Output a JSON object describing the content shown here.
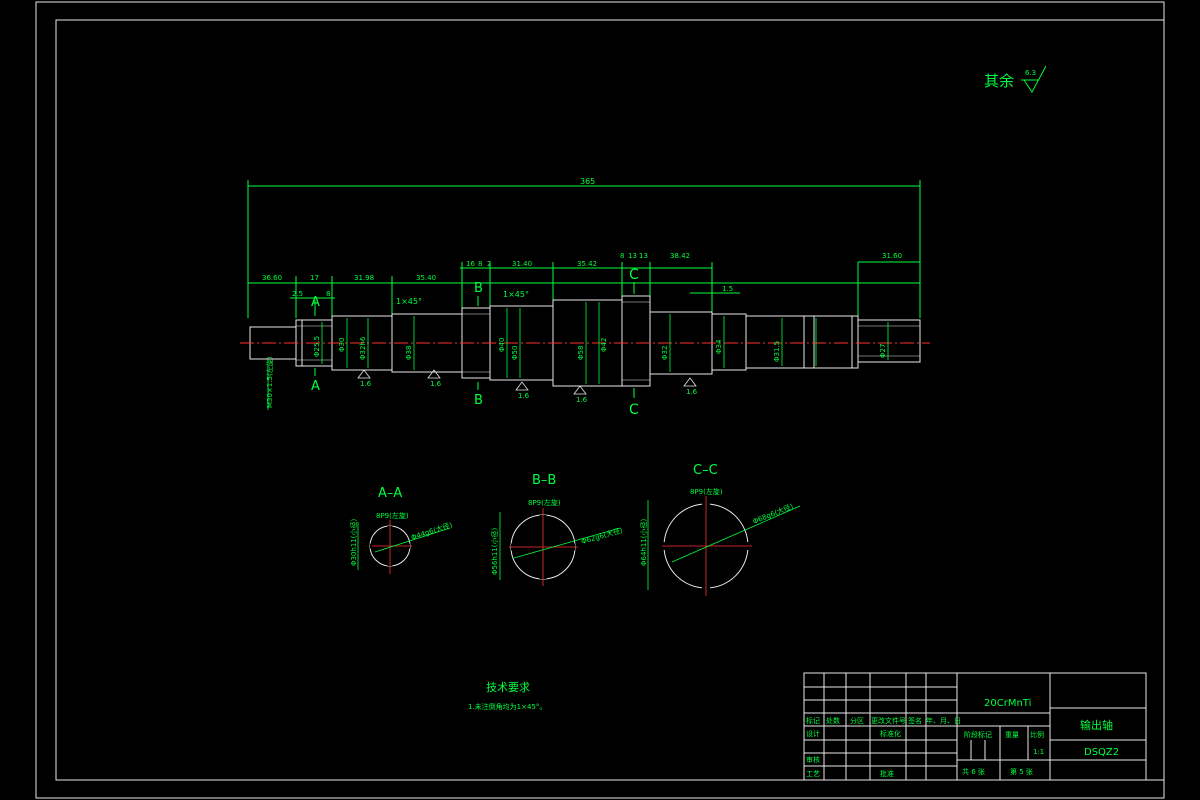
{
  "drawing": {
    "roughness_note": "其余",
    "roughness_value": "6.3",
    "total_length": "365",
    "dims_top": [
      "36.60",
      "17",
      "31.98",
      "35.40",
      "16",
      "8",
      "2",
      "31.40",
      "35.42",
      "8",
      "13",
      "13",
      "38.42",
      "31.60"
    ],
    "dims_small": [
      "2.5",
      "8",
      "1.5"
    ],
    "chamfer_a": "1×45°",
    "chamfer_b": "1×45°",
    "vertical_dims": [
      "Φ25.5",
      "Φ30",
      "Φ32h6",
      "Φ38",
      "Φ40",
      "Φ50",
      "Φ58",
      "Φ42",
      "Φ32",
      "Φ34",
      "Φ31.5",
      "Φ27"
    ],
    "left_dim": "M30×1.5(左旋)",
    "roughness_marks": [
      "1.6",
      "1.6",
      "1.6",
      "1.6",
      "1.6"
    ],
    "section_labels": {
      "A": "A",
      "B": "B",
      "C": "C"
    },
    "sections": [
      {
        "title": "A–A",
        "top_dim": "8P9(左旋)",
        "diag_dim": "Φ44g6(大径)",
        "side_dim": "Φ30h11(小径)"
      },
      {
        "title": "B–B",
        "top_dim": "8P9(左旋)",
        "diag_dim": "Φ62g6(大径)",
        "side_dim": "Φ56h11(小径)"
      },
      {
        "title": "C–C",
        "top_dim": "8P9(左旋)",
        "diag_dim": "Φ68g6(大径)",
        "side_dim": "Φ64h11(小径)"
      }
    ],
    "tech_req_title": "技术要求",
    "tech_req_line": "1.未注倒角均为1×45°。"
  },
  "title_block": {
    "material": "20CrMnTi",
    "part_name": "输出轴",
    "drawing_no": "DSQZ2",
    "row_labels": [
      "标记",
      "处数",
      "分区",
      "更改文件号",
      "签名",
      "年、月、日"
    ],
    "design": "设计",
    "standardize": "标准化",
    "stage_mark": "阶段标记",
    "weight": "重量",
    "scale": "比例",
    "scale_value": "1:1",
    "review": "审核",
    "process": "工艺",
    "approve": "批准",
    "sheets_total": "共 6 张",
    "sheet_no": "第 5 张"
  }
}
